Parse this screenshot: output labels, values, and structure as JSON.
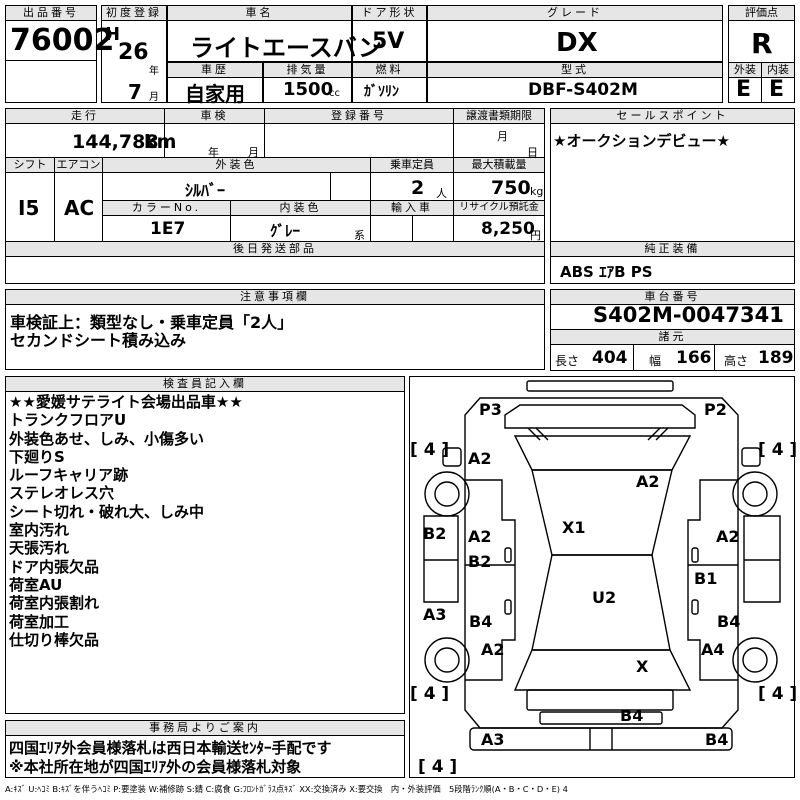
{
  "header": {
    "lot_label": "出品番号",
    "lot_number": "76002",
    "reg_label": "初度登録",
    "era_letter": "H",
    "year": "26",
    "year_unit": "年",
    "month": "7",
    "month_unit": "月",
    "car_name_label": "車名",
    "car_name": "ライトエースバン",
    "door_label": "ドア形状",
    "door": "5V",
    "grade_label": "グレード",
    "grade": "DX",
    "score_label": "評価点",
    "score": "R",
    "history_label": "車歴",
    "history": "自家用",
    "displacement_label": "排気量",
    "displacement": "1500",
    "displacement_unit": "cc",
    "fuel_label": "燃料",
    "fuel": "ｶﾞｿﾘﾝ",
    "model_label": "型式",
    "model": "DBF-S402M",
    "ext_label": "外装",
    "ext": "E",
    "int_label": "内装",
    "int": "E"
  },
  "details": {
    "mileage_label": "走行",
    "mileage": "144,788",
    "mileage_unit": "km",
    "inspection_label": "車検",
    "insp_year_unit": "年",
    "insp_month_unit": "月",
    "regno_label": "登録番号",
    "transfer_label": "譲渡書類期限",
    "tr_month_unit": "月",
    "tr_day_unit": "日",
    "shift_label": "シフト",
    "shift": "I5",
    "ac_label": "エアコン",
    "ac": "AC",
    "color_label": "外装色",
    "color": "ｼﾙﾊﾞｰ",
    "capacity_label": "乗車定員",
    "capacity": "2",
    "capacity_unit": "人",
    "load_label": "最大積載量",
    "load": "750",
    "load_unit": "kg",
    "colorno_label": "カラーNo.",
    "colorno": "1E7",
    "interior_label": "内装色",
    "interior": "ｸﾞﾚｰ",
    "interior_unit": "系",
    "import_label": "輸入車",
    "recycle_label": "リサイクル預託金",
    "recycle": "8,250",
    "recycle_unit": "円",
    "later_parts_label": "後日発送部品"
  },
  "sales": {
    "label": "セールスポイント",
    "text": "★オークションデビュー★"
  },
  "equipment": {
    "label": "純正装備",
    "text": "ABS ｴｱB PS"
  },
  "caution": {
    "label": "注意事項欄",
    "lines": [
      "車検証上：類型なし・乗車定員「2人」",
      "セカンドシート積み込み"
    ]
  },
  "chassis": {
    "label": "車台番号",
    "number": "S402M-0047341"
  },
  "dims": {
    "label": "諸元",
    "length_label": "長さ",
    "length": "404",
    "width_label": "幅",
    "width": "166",
    "height_label": "高さ",
    "height": "189"
  },
  "inspector": {
    "label": "検査員記入欄",
    "lines": [
      "★★愛媛サテライト会場出品車★★",
      "トランクフロアU",
      "外装色あせ、しみ、小傷多い",
      "下廻りS",
      "ルーフキャリア跡",
      "ステレオレス穴",
      "シート切れ・破れ大、しみ中",
      "室内汚れ",
      "天張汚れ",
      "ドア内張欠品",
      "荷室AU",
      "荷室内張割れ",
      "荷室加工",
      "仕切り棒欠品"
    ]
  },
  "office": {
    "label": "事務局よりご案内",
    "lines": [
      "四国ｴﾘｱ外会員様落札は西日本輸送ｾﾝﾀｰ手配です",
      "※本社所在地が四国ｴﾘｱ外の会員様落札対象"
    ]
  },
  "legend": "A:ｷｽﾞ U:ﾍｺﾐ B:ｷｽﾞを伴うﾍｺﾐ P:要塗装 W:補修跡 S:錆 C:腐食 G:ﾌﾛﾝﾄｶﾞﾗｽ点ｷｽﾞ XX:交換済み X:要交換　内・外装評価　5段階ﾗﾝｸ順(A・B・C・D・E) 4",
  "diagram": {
    "brackets": [
      "[ 4 ]",
      "[ 4 ]",
      "[ 4 ]",
      "[ 4 ]",
      "[ 4 ]"
    ],
    "labels": [
      "P3",
      "P2",
      "A2",
      "A2",
      "X1",
      "B2",
      "A2",
      "B2",
      "A2",
      "B1",
      "A3",
      "B4",
      "U2",
      "B4",
      "A2",
      "A4",
      "X",
      "B4",
      "A3",
      "B4"
    ]
  }
}
